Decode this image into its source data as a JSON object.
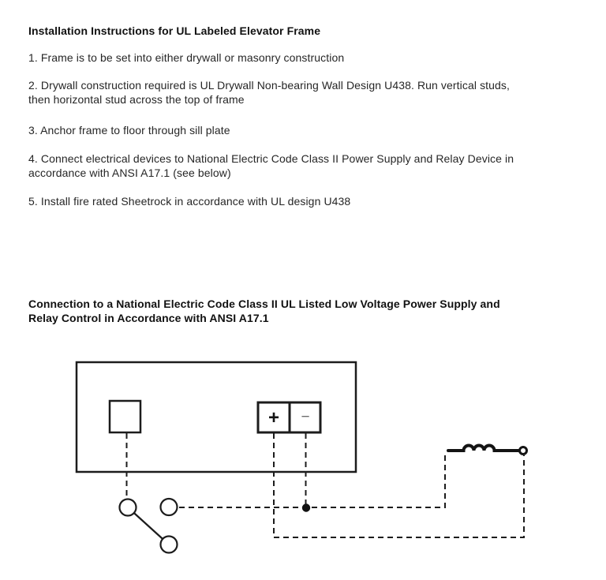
{
  "page": {
    "background": "#ffffff",
    "ink_color": "#1c1c1c"
  },
  "document": {
    "title": "Installation Instructions for UL Labeled Elevator Frame",
    "instructions": [
      "1. Frame is to be set into either drywall or masonry construction",
      "2. Drywall construction required is UL Drywall Non-bearing Wall Design U438. Run vertical studs,\nthen horizontal stud across the top of frame",
      "3. Anchor frame to floor through sill plate",
      "4. Connect electrical devices to National Electric Code Class II Power Supply and Relay Device in\naccordance with ANSI A17.1 (see below)",
      "5. Install fire rated Sheetrock in accordance with UL design U438"
    ],
    "connection_heading": "Connection to a National Electric Code Class II UL Listed Low Voltage Power Supply and\nRelay Control in Accordance with ANSI A17.1"
  },
  "diagram": {
    "plus_label": "+",
    "minus_label": "−"
  }
}
